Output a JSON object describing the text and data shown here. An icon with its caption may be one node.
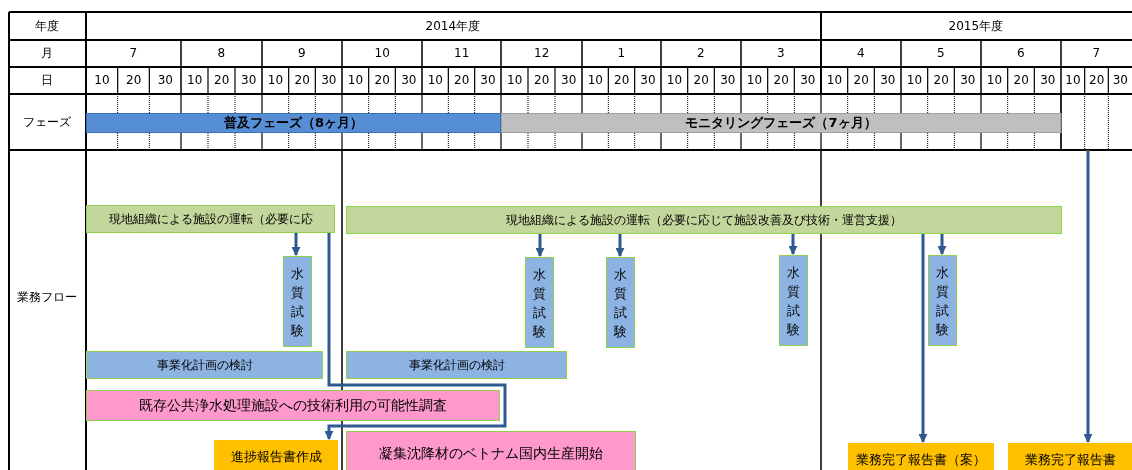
{
  "diagram": {
    "nodes": [
      {
        "text": [
          "普及フェーズ（8ヶ月）"
        ]
      },
      {
        "text": [
          "モニタリングフェーズ（7ヶ月）"
        ]
      },
      {
        "text": [
          "現地組織による施設の運転（必要に応"
        ]
      },
      {
        "text": [
          "現地組織による施設の運転（必要に応じて施設改善及び技術・運営支援）"
        ]
      },
      {
        "text": [
          "水質試験"
        ]
      },
      {
        "text": [
          "水質試験"
        ]
      },
      {
        "text": [
          "水質試験"
        ]
      },
      {
        "text": [
          "水質試験"
        ]
      },
      {
        "text": [
          "水質試験"
        ]
      },
      {
        "text": [
          "事業化計画の検討"
        ]
      },
      {
        "text": [
          "事業化計画の検討"
        ]
      },
      {
        "text": [
          "既存公共浄水処理施設への技術利用の可能性調査"
        ]
      },
      {
        "text": [
          "進捗報告書作成"
        ]
      },
      {
        "text": [
          "凝集沈降材のベトナム国内生産開始"
        ]
      },
      {
        "text": [
          "業務完了報告書（案）"
        ]
      },
      {
        "text": [
          "業務完了報告書"
        ]
      }
    ],
    "edges": [
      {
        "from": 2,
        "to": 4,
        "arrow": "to"
      },
      {
        "from": 2,
        "to": 12,
        "arrow": "to"
      },
      {
        "from": 3,
        "to": 5,
        "arrow": "to"
      },
      {
        "from": 3,
        "to": 6,
        "arrow": "to"
      },
      {
        "from": 3,
        "to": 7,
        "arrow": "to"
      },
      {
        "from": 3,
        "to": 8,
        "arrow": "to"
      },
      {
        "from": 3,
        "to": 14,
        "arrow": "to"
      },
      {
        "from": null,
        "to": 15,
        "arrow": "to"
      }
    ],
    "labels": [
      "年度",
      "2014年度",
      "2015年度",
      "月",
      "7",
      "8",
      "9",
      "10",
      "11",
      "12",
      "1",
      "2",
      "3",
      "4",
      "5",
      "6",
      "7",
      "日",
      "10",
      "20",
      "30",
      "10",
      "20",
      "30",
      "10",
      "20",
      "30",
      "10",
      "20",
      "30",
      "10",
      "20",
      "30",
      "10",
      "20",
      "30",
      "10",
      "20",
      "30",
      "10",
      "20",
      "30",
      "10",
      "20",
      "30",
      "10",
      "20",
      "30",
      "10",
      "20",
      "30",
      "10",
      "20",
      "30",
      "10",
      "20",
      "30",
      "フェーズ",
      "業務フロー"
    ]
  }
}
